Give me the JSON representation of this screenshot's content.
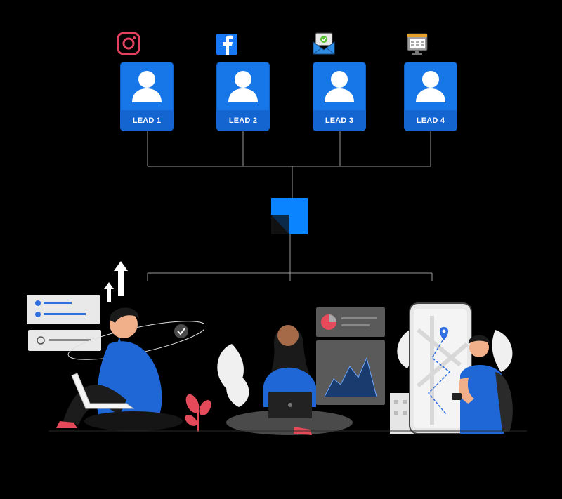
{
  "leads": [
    {
      "label": "LEAD 1",
      "source_icon": "instagram-icon"
    },
    {
      "label": "LEAD 2",
      "source_icon": "facebook-icon"
    },
    {
      "label": "LEAD 3",
      "source_icon": "email-icon"
    },
    {
      "label": "LEAD 4",
      "source_icon": "web-form-icon"
    }
  ],
  "colors": {
    "background": "#000000",
    "card": "#1877e8",
    "card_band": "#1565d0",
    "connector": "#cfcfcf",
    "instagram": "#e4405f",
    "facebook": "#1877f2",
    "hub": "#0a84ff"
  }
}
